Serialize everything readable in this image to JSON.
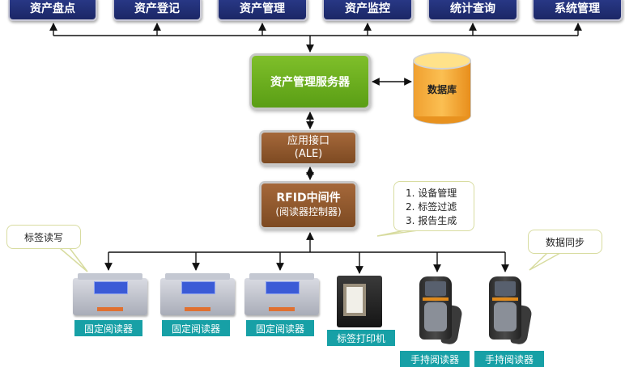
{
  "modules": [
    "资产盘点",
    "资产登记",
    "资产管理",
    "资产监控",
    "统计查询",
    "系统管理"
  ],
  "server": {
    "label": "资产管理服务器"
  },
  "database": {
    "label": "数据库"
  },
  "ale": {
    "line1": "应用接口",
    "line2": "(ALE)"
  },
  "rfid": {
    "line1": "RFID中间件",
    "line2": "(阅读器控制器)"
  },
  "callouts": {
    "tag_rw": "标签读写",
    "functions": [
      "1. 设备管理",
      "2. 标签过滤",
      "3. 报告生成"
    ],
    "data_sync": "数据同步"
  },
  "devices": [
    {
      "type": "fixed-reader",
      "label": "固定阅读器"
    },
    {
      "type": "fixed-reader",
      "label": "固定阅读器"
    },
    {
      "type": "fixed-reader",
      "label": "固定阅读器"
    },
    {
      "type": "printer",
      "label": "标签打印机"
    },
    {
      "type": "handheld",
      "label": "手持阅读器"
    },
    {
      "type": "handheld",
      "label": "手持阅读器"
    }
  ],
  "colors": {
    "module": "#1b2766",
    "server": "#6aae1f",
    "middleware": "#8f5a2c",
    "database": "#f4a63a",
    "device_label": "#17a0a6"
  }
}
